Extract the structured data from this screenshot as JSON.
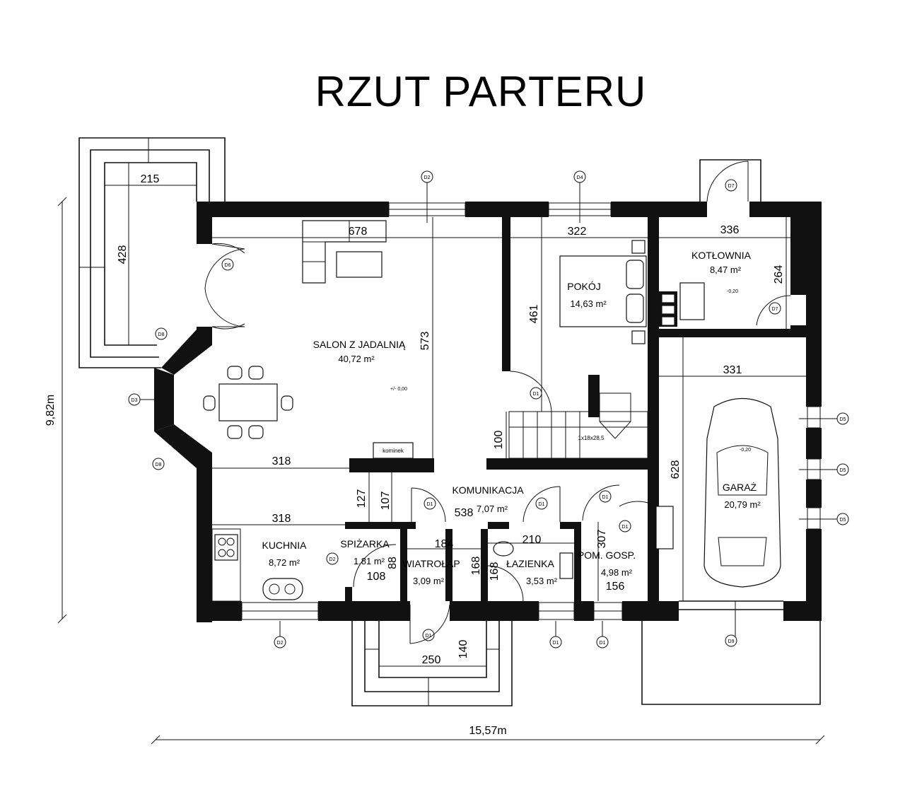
{
  "title": "RZUT PARTERU",
  "overall": {
    "width": "15,57m",
    "depth": "9,82m"
  },
  "rooms": {
    "salon": {
      "name": "SALON Z JADALNIĄ",
      "area": "40,72 m²",
      "level": "+/- 0,00"
    },
    "pokoj": {
      "name": "POKÓJ",
      "area": "14,63 m²"
    },
    "kotlownia": {
      "name": "KOTŁOWNIA",
      "area": "8,47 m²",
      "level": "-0,20"
    },
    "komunikacja": {
      "name": "KOMUNIKACJA",
      "area": "7,07 m²"
    },
    "kuchnia": {
      "name": "KUCHNIA",
      "area": "8,72 m²"
    },
    "spizarka": {
      "name": "SPIŻARKA",
      "area": "1,81 m²"
    },
    "wiatrolap": {
      "name": "WIATROŁAP",
      "area": "3,09 m²"
    },
    "lazienka": {
      "name": "ŁAZIENKA",
      "area": "3,53 m²"
    },
    "pom_gosp": {
      "name": "POM. GOSP.",
      "area": "4,98 m²"
    },
    "garaz": {
      "name": "GARAŻ",
      "area": "20,79 m²",
      "level": "-0,20"
    }
  },
  "dimensions": {
    "terrace_w": "215",
    "terrace_h": "428",
    "salon_w": "678",
    "salon_h": "573",
    "pokoj_w": "322",
    "pokoj_h": "461",
    "kot_w": "336",
    "kot_h": "264",
    "garaz_w": "331",
    "garaz_h": "628",
    "d318a": "318",
    "d318b": "318",
    "d127": "127",
    "d107": "107",
    "d538": "538",
    "d184": "184",
    "d210": "210",
    "d307": "307",
    "d156": "156",
    "d108": "108",
    "d88": "88",
    "d168": "168",
    "d168b": "168",
    "d100": "100",
    "porch_w": "250",
    "porch_h": "140"
  },
  "tags": {
    "d6": "D6",
    "d2": "D2",
    "d4": "D4",
    "d7": "D7",
    "d8": "D8",
    "d1": "D1",
    "d5": "D5",
    "d3": "D3",
    "d9": "D9"
  },
  "labels": {
    "kominek": "kominek",
    "stairs": "1x18x28,5"
  }
}
